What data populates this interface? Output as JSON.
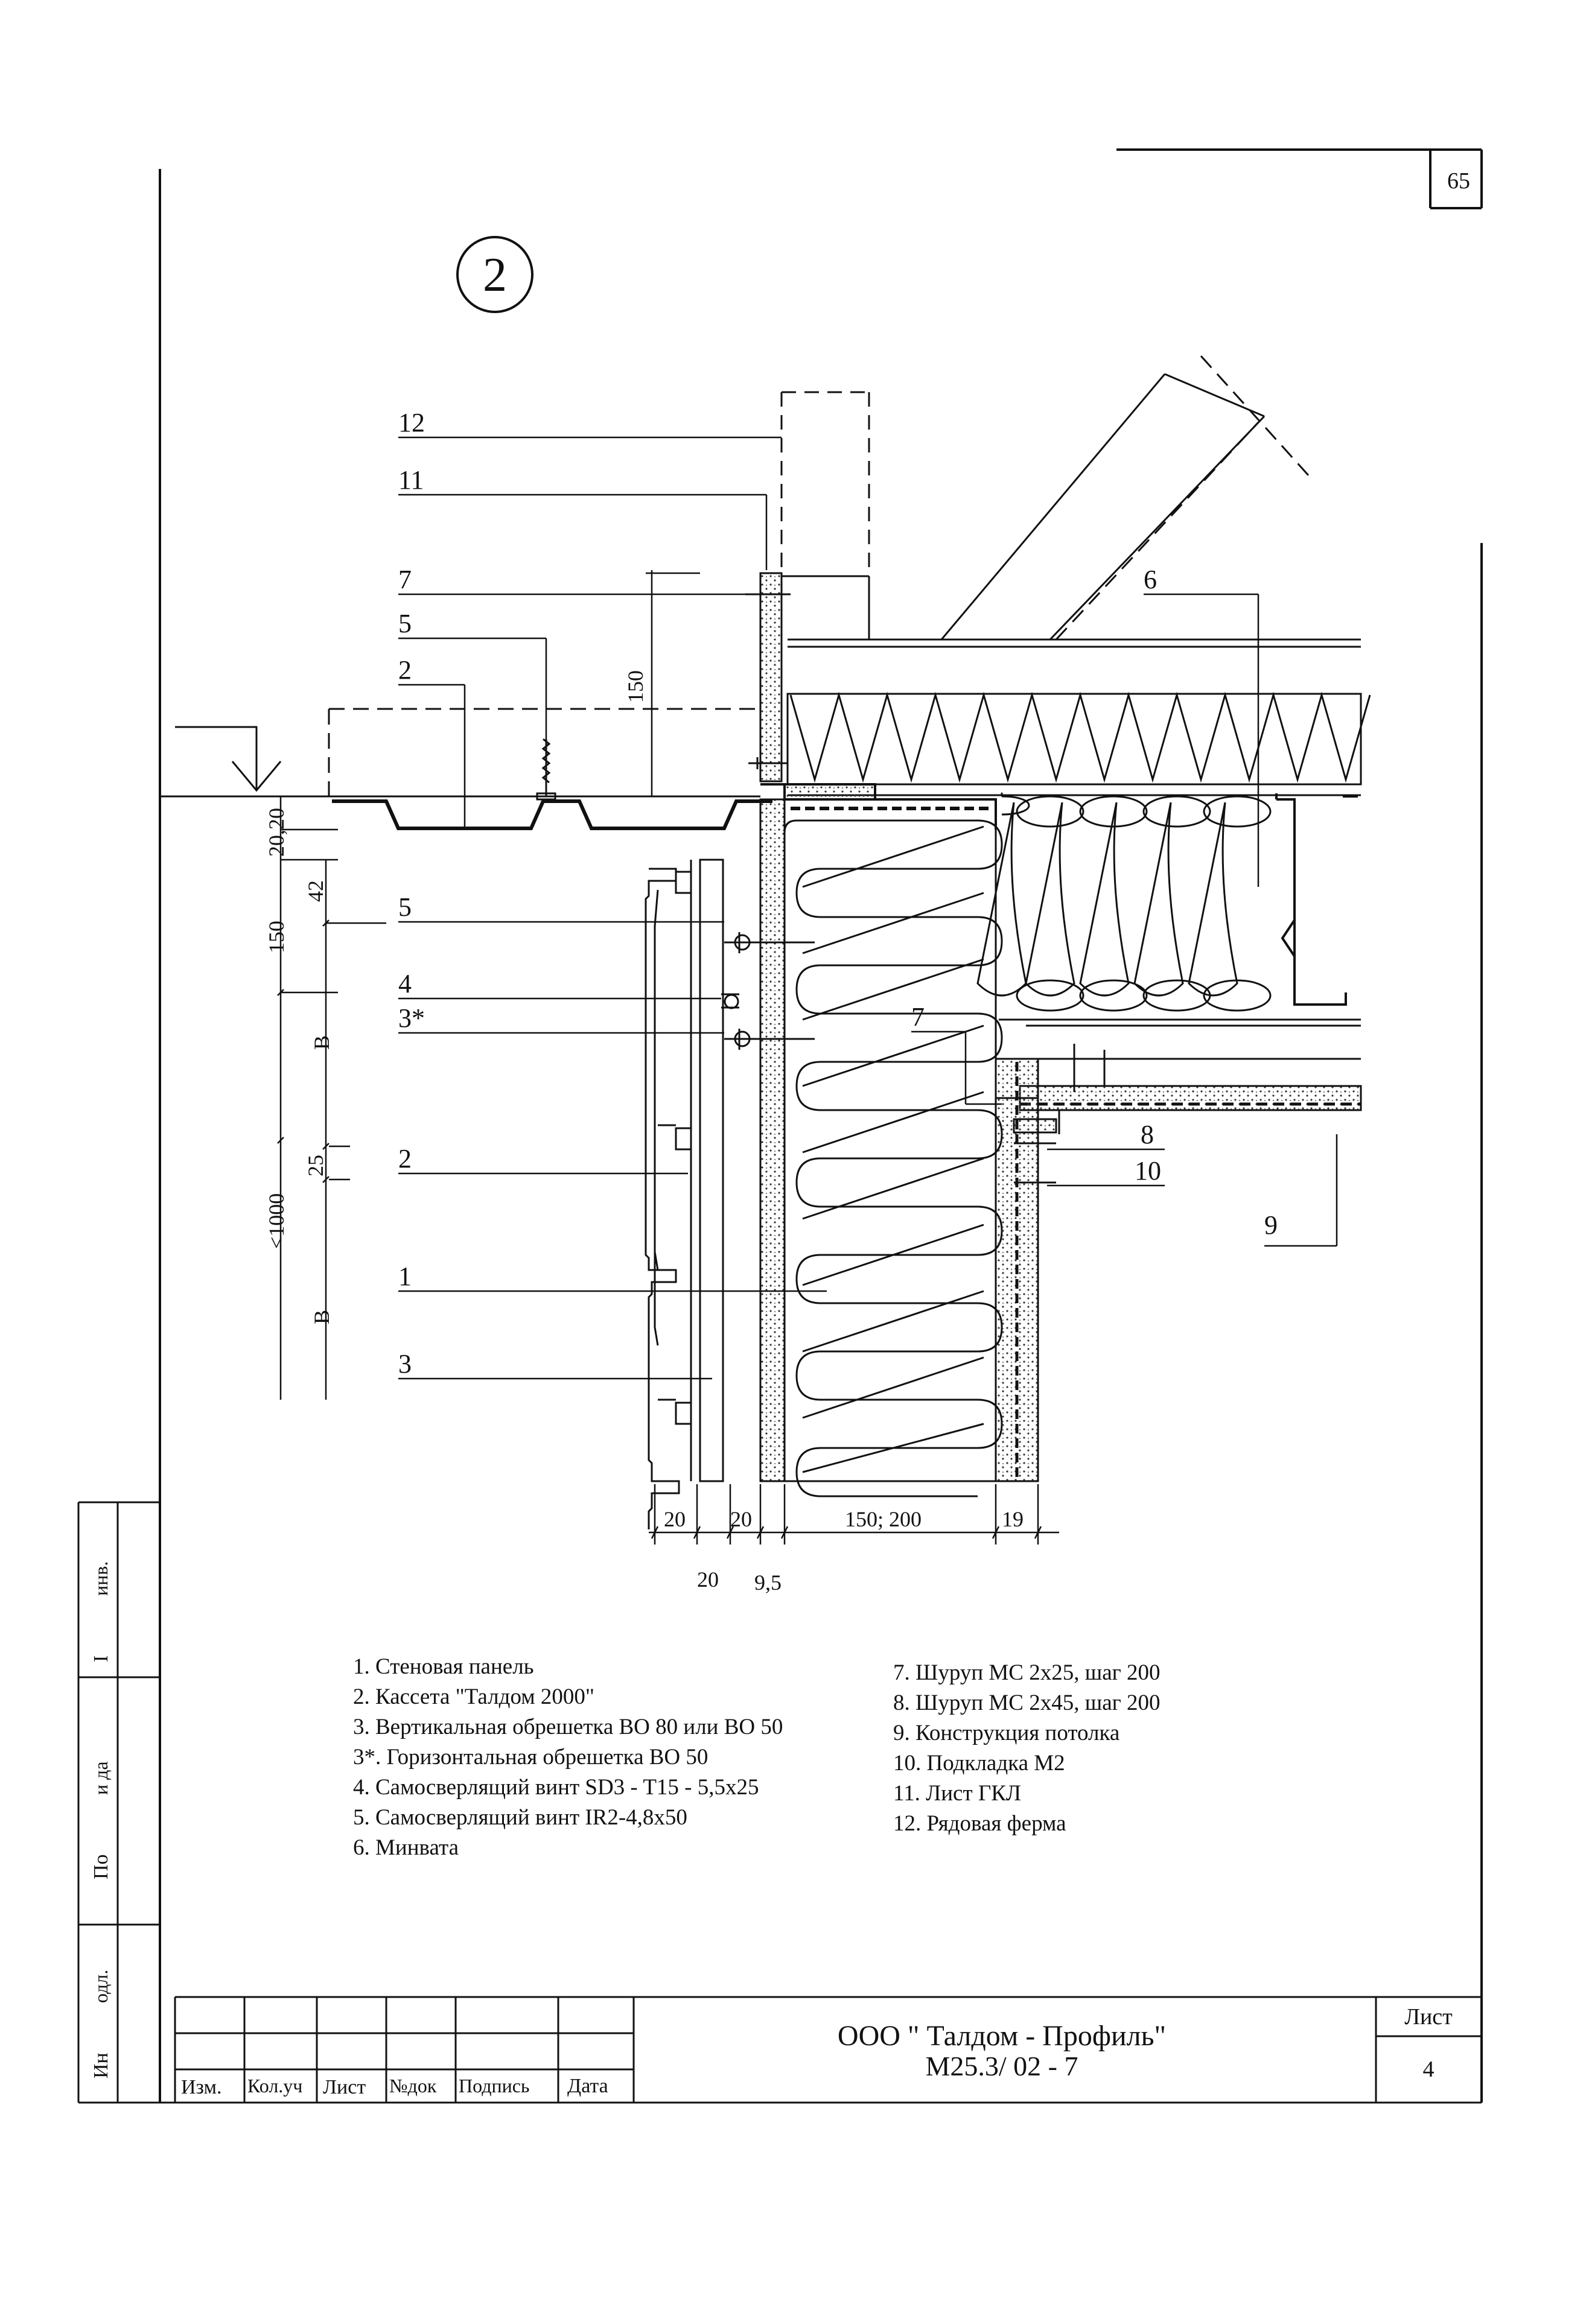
{
  "page_number": "65",
  "detail_number": "2",
  "callouts": {
    "c12": "12",
    "c11": "11",
    "c7a": "7",
    "c5a": "5",
    "c2a": "2",
    "c6": "6",
    "c5b": "5",
    "c4": "4",
    "c3s": "3*",
    "c2b": "2",
    "c1": "1",
    "c3": "3",
    "c7b": "7",
    "c8": "8",
    "c10": "10",
    "c9": "9"
  },
  "dims": {
    "d150_top": "150",
    "d20_20": "20,20",
    "d150": "150",
    "d42": "42",
    "dB1": "B",
    "d25": "25",
    "d1000": "<1000",
    "dB2": "B",
    "b20a": "20",
    "b20b": "20",
    "b150_200": "150; 200",
    "b19": "19",
    "b20c": "20",
    "b95": "9,5"
  },
  "legend_left": [
    "1. Стеновая панель",
    "2. Кассета \"Талдом 2000\"",
    "3. Вертикальная обрешетка ВО 80 или ВО 50",
    "3*. Горизонтальная обрешетка  ВО 50",
    "4. Самосверлящий винт SD3 - T15 - 5,5x25",
    "5. Самосверлящий винт IR2-4,8x50",
    "6. Минвата"
  ],
  "legend_right": [
    "7. Шуруп МС 2x25, шаг 200",
    "8. Шуруп МС 2x45, шаг 200",
    "9. Конструкция потолка",
    "10. Подкладка М2",
    "11. Лист ГКЛ",
    "12. Рядовая ферма"
  ],
  "side_stamp": {
    "inv": "инв.",
    "one": "I",
    "date": "и да",
    "sign": "По",
    "podl": "одл.",
    "inv2": "Ин"
  },
  "title_block": {
    "company": "ООО \" Талдом - Профиль\"",
    "code": "М25.3/ 02 - 7",
    "sheet_label": "Лист",
    "sheet_number": "4",
    "columns": [
      "Изм.",
      "Кол.уч",
      "Лист",
      "№док",
      "Подпись",
      "Дата"
    ]
  }
}
